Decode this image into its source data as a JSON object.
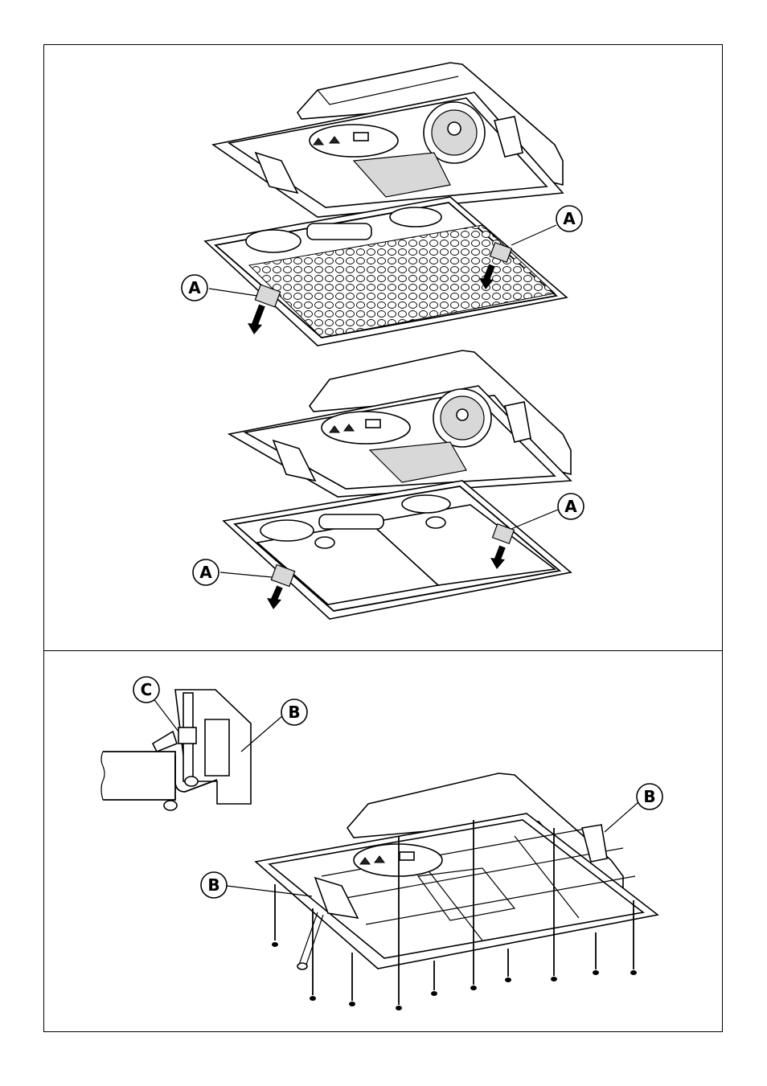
{
  "callouts": {
    "a1": "A",
    "a2": "A",
    "a3": "A",
    "a4": "A",
    "b1": "B",
    "b2": "B",
    "b3": "B",
    "c1": "C"
  }
}
